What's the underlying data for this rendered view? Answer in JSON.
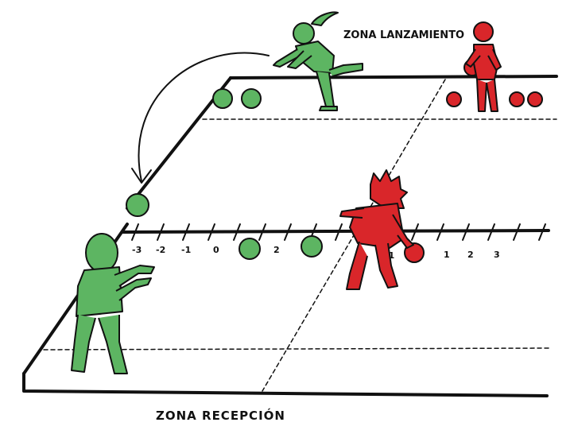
{
  "labels": {
    "launch_zone": "ZONA LANZAMIENTO",
    "reception_zone": "ZONA RECEPCIÓN"
  },
  "scale": {
    "marks": [
      "-3",
      "-2",
      "-1",
      "0",
      "2",
      "-1",
      "1",
      "2",
      "3"
    ]
  },
  "colors": {
    "team_green": "#5db562",
    "team_red": "#d9262a",
    "ink": "#111111",
    "background": "#ffffff"
  }
}
